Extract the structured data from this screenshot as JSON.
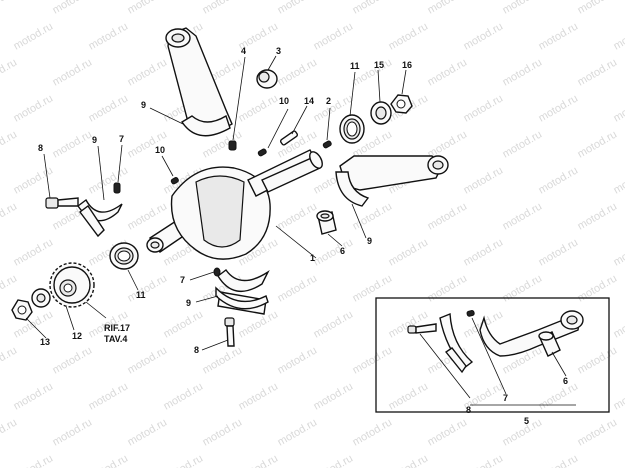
{
  "watermark": "motod.ru",
  "callouts": {
    "c1": "1",
    "c2": "2",
    "c3": "3",
    "c4": "4",
    "c5": "5",
    "c6a": "6",
    "c6b": "6",
    "c7a": "7",
    "c7b": "7",
    "c7c": "7",
    "c8a": "8",
    "c8b": "8",
    "c8c": "8",
    "c9a": "9",
    "c9b": "9",
    "c9c": "9",
    "c9d": "9",
    "c10a": "10",
    "c10b": "10",
    "c11a": "11",
    "c11b": "11",
    "c12": "12",
    "c13": "13",
    "c14": "14",
    "c15": "15",
    "c16": "16"
  },
  "reference": {
    "line1": "RIF.17",
    "line2": "TAV.4"
  }
}
